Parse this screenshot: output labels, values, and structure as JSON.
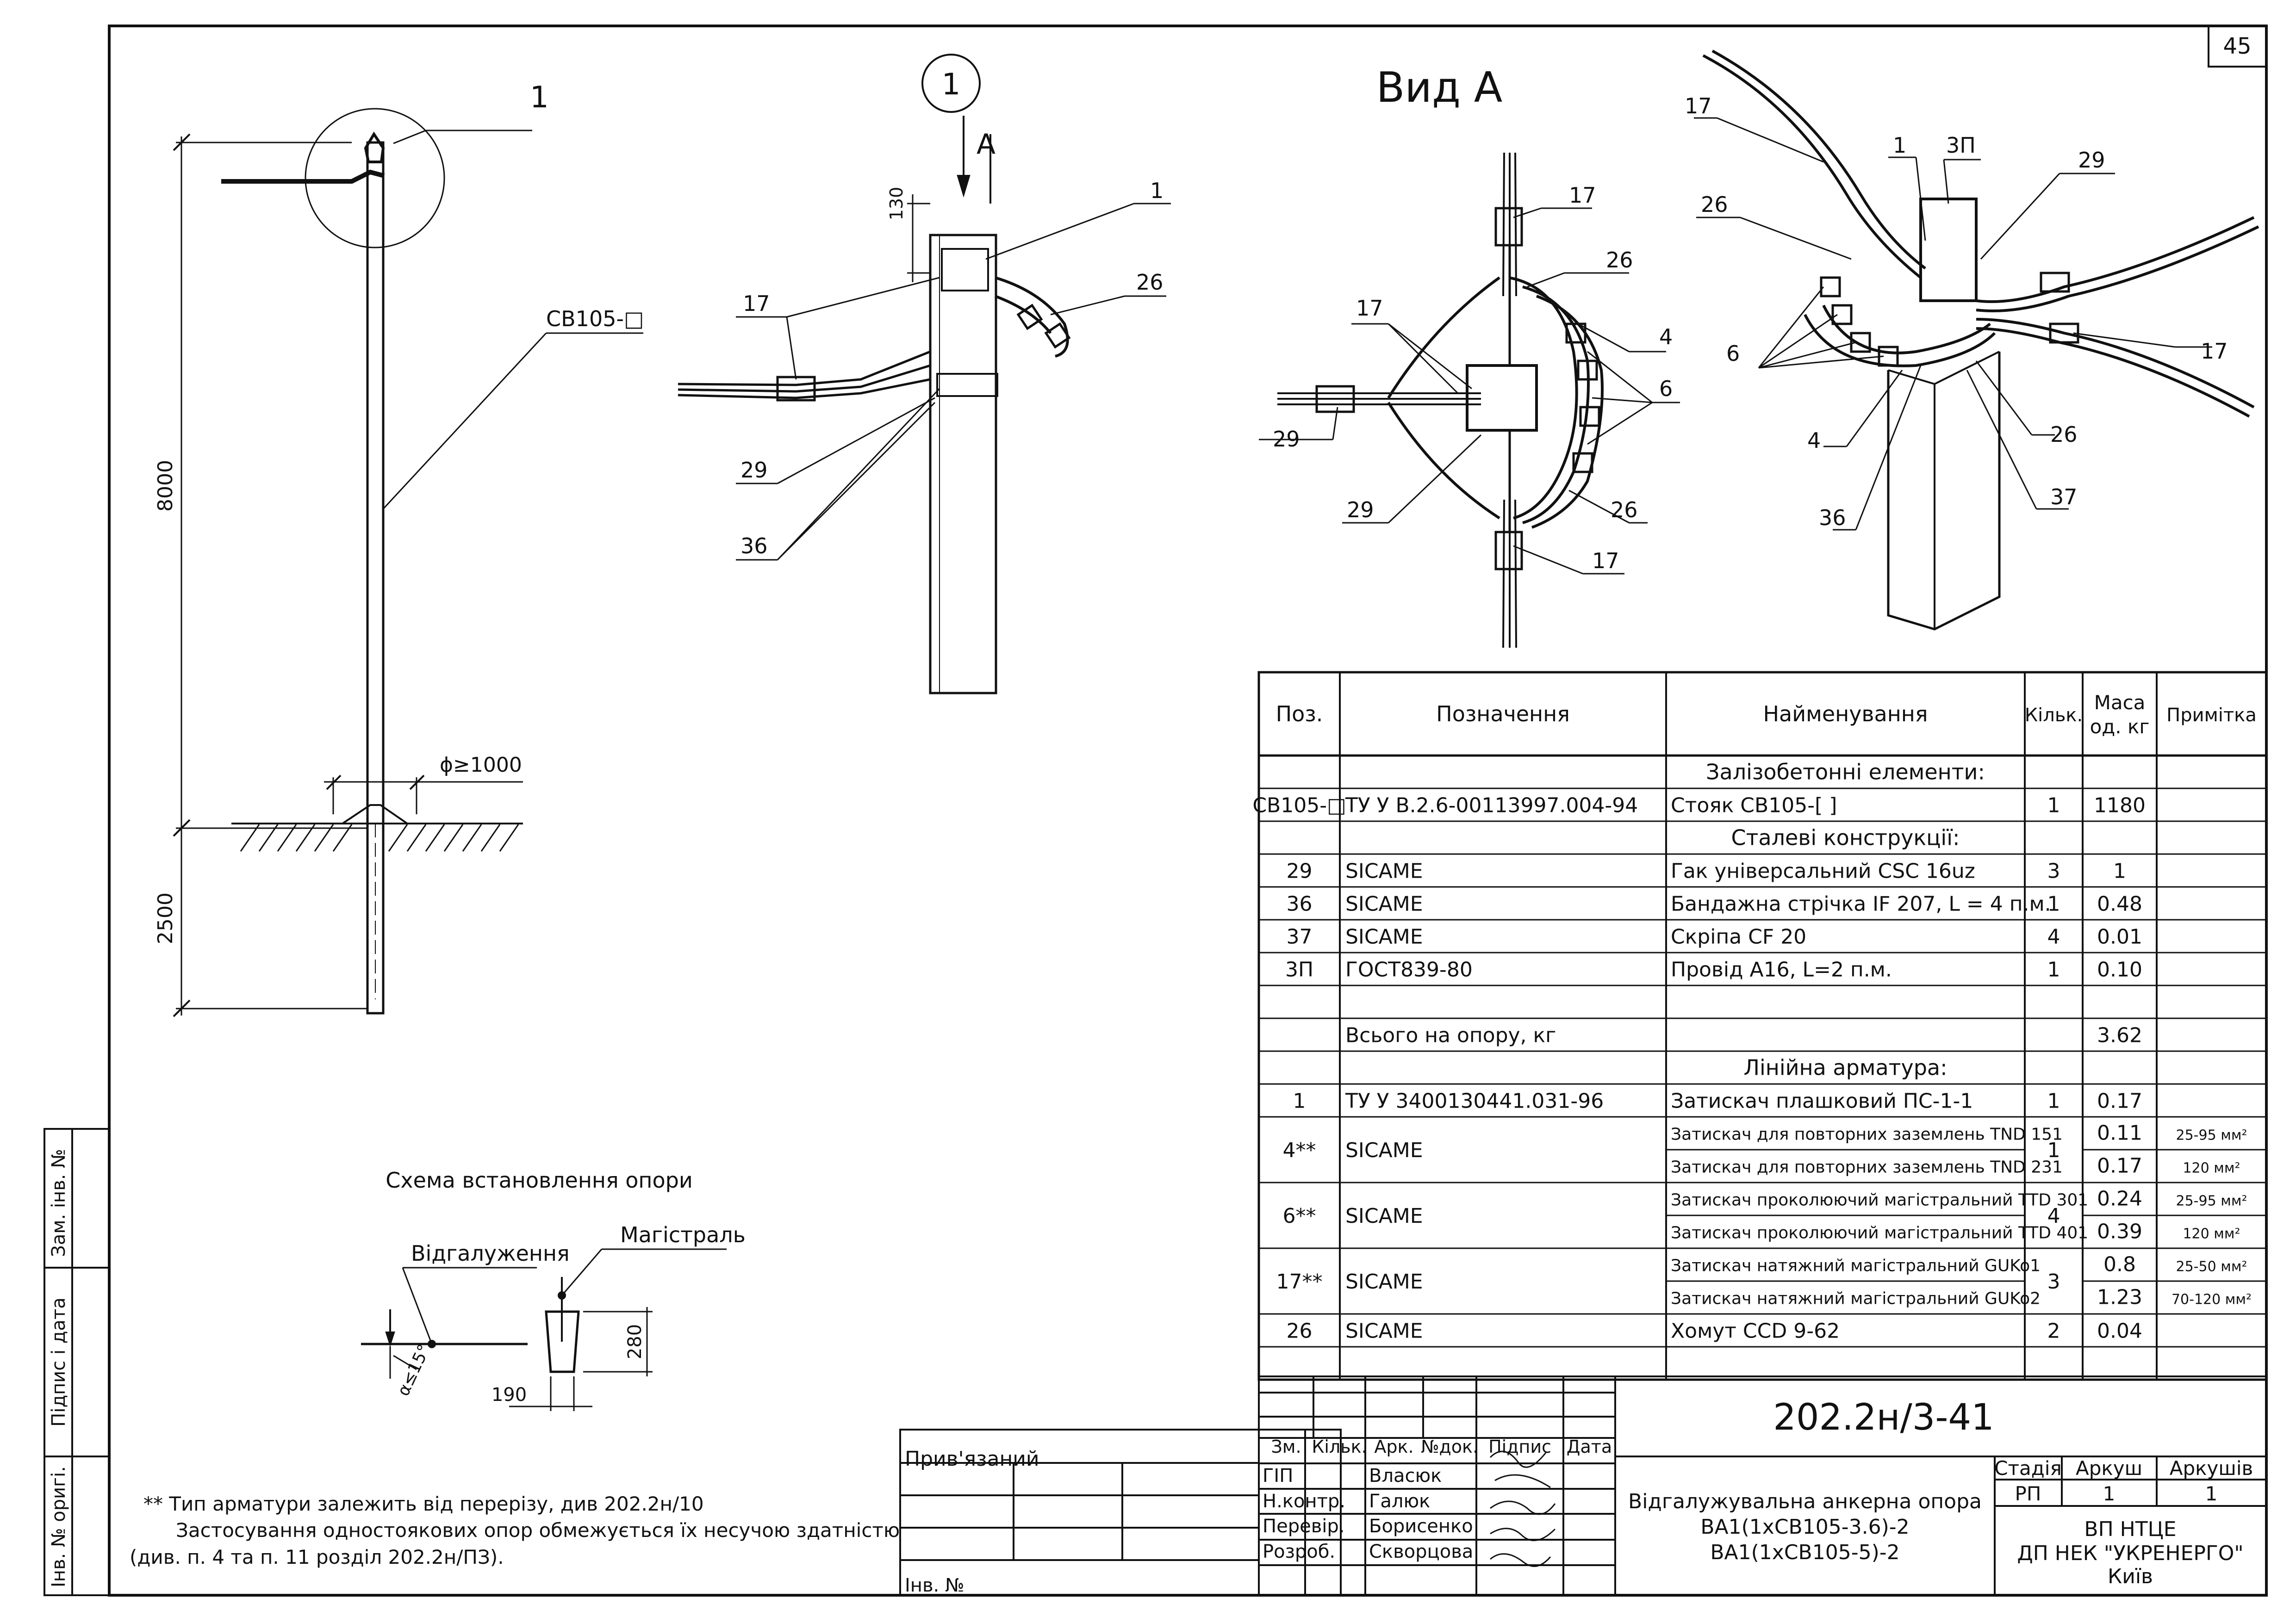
{
  "sheet_number": "45",
  "view_a_title": "Вид А",
  "callout_main": "1",
  "view_arrow_label": "А",
  "pole_label": "СВ105-□",
  "dims": {
    "height_above": "8000",
    "height_below": "2500",
    "foundation_diameter": "ϕ≥1000",
    "head_offset": "130",
    "install_280": "280",
    "install_190": "190",
    "install_angle": "α≤15°"
  },
  "detail_callouts": {
    "side": [
      "1",
      "17",
      "26",
      "29",
      "36"
    ],
    "view_a": [
      "17",
      "26",
      "4",
      "6",
      "29",
      "17",
      "29",
      "26",
      "17"
    ],
    "iso": [
      "17",
      "1",
      "3П",
      "29",
      "26",
      "6",
      "17",
      "4",
      "26",
      "36",
      "37"
    ]
  },
  "scheme": {
    "title": "Схема встановлення опори",
    "branch": "Відгалуження",
    "main": "Магістраль"
  },
  "footnote": {
    "line1": "** Тип арматури залежить від перерізу, див 202.2н/10",
    "line2": "Застосування одностоякових опор обмежується їх несучою здатністю",
    "line3": "(див. п. 4 та п. 11 розділ 202.2н/ПЗ)."
  },
  "side_stamp": {
    "inv_orig": "Інв. № оригі.",
    "sign_date": "Підпис і дата",
    "replace_inv": "Зам. інв. №"
  },
  "table": {
    "headers": {
      "pos": "Поз.",
      "designation": "Позначення",
      "name": "Найменування",
      "qty": "Кільк.",
      "mass_line1": "Маса",
      "mass_line2": "од. кг",
      "note": "Примітка"
    },
    "rows": [
      {
        "section": "Залізобетонні елементи:"
      },
      {
        "pos": "СВ105-□",
        "des": "ТУ У В.2.6-00113997.004-94",
        "name": "Стояк СВ105-[    ]",
        "qty": "1",
        "mass": "1180",
        "note": ""
      },
      {
        "section": "Сталеві конструкції:"
      },
      {
        "pos": "29",
        "des": "SICAME",
        "name": "Гак універсальний CSC 16uz",
        "qty": "3",
        "mass": "1",
        "note": ""
      },
      {
        "pos": "36",
        "des": "SICAME",
        "name": "Бандажна стрічка IF 207, L = 4 п.м.",
        "qty": "1",
        "mass": "0.48",
        "note": ""
      },
      {
        "pos": "37",
        "des": "SICAME",
        "name": "Скріпа CF 20",
        "qty": "4",
        "mass": "0.01",
        "note": ""
      },
      {
        "pos": "3П",
        "des": "ГОСТ839-80",
        "name": "Провід А16, L=2 п.м.",
        "qty": "1",
        "mass": "0.10",
        "note": ""
      },
      {
        "empty": true
      },
      {
        "pos": "",
        "des": "Всього на опору, кг",
        "name": "",
        "qty": "",
        "mass": "3.62",
        "note": ""
      },
      {
        "section": "Лінійна арматура:"
      },
      {
        "pos": "1",
        "des": "ТУ У 3400130441.031-96",
        "name": "Затискач плашковий ПС-1-1",
        "qty": "1",
        "mass": "0.17",
        "note": ""
      },
      {
        "group": true,
        "pos": "4**",
        "des": "SICAME",
        "qty": "1",
        "items": [
          {
            "name": "Затискач для повторних заземлень TND 151",
            "mass": "0.11",
            "note": "25-95 мм²"
          },
          {
            "name": "Затискач для повторних заземлень TND 231",
            "mass": "0.17",
            "note": "120 мм²"
          }
        ]
      },
      {
        "group": true,
        "pos": "6**",
        "des": "SICAME",
        "qty": "4",
        "items": [
          {
            "name": "Затискач проколюючий магістральний TTD 301",
            "mass": "0.24",
            "note": "25-95 мм²"
          },
          {
            "name": "Затискач проколюючий магістральний TTD 401",
            "mass": "0.39",
            "note": "120 мм²"
          }
        ]
      },
      {
        "group": true,
        "pos": "17**",
        "des": "SICAME",
        "qty": "3",
        "items": [
          {
            "name": "Затискач натяжний магістральний GUKo1",
            "mass": "0.8",
            "note": "25-50 мм²"
          },
          {
            "name": "Затискач натяжний магістральний GUKo2",
            "mass": "1.23",
            "note": "70-120 мм²"
          }
        ]
      },
      {
        "pos": "26",
        "des": "SICAME",
        "name": "Хомут CCD 9-62",
        "qty": "2",
        "mass": "0.04",
        "note": ""
      },
      {
        "empty": true
      }
    ]
  },
  "title_block": {
    "doc_code": "202.2н/3-41",
    "header_cols": [
      "Зм.",
      "Кільк.",
      "Арк.",
      "№док.",
      "Підпис",
      "Дата"
    ],
    "roles": [
      {
        "role": "ГІП",
        "name": "Власюк"
      },
      {
        "role": "Н.контр.",
        "name": "Галюк"
      },
      {
        "role": "Перевір.",
        "name": "Борисенко"
      },
      {
        "role": "Розроб.",
        "name": "Скворцова"
      }
    ],
    "object_name": [
      "Відгалужувальна анкерна опора",
      "ВА1(1хСВ105-3.6)-2",
      "ВА1(1хСВ105-5)-2"
    ],
    "stage_header": [
      "Стадія",
      "Аркуш",
      "Аркушів"
    ],
    "stage_values": [
      "РП",
      "1",
      "1"
    ],
    "org": [
      "ВП НТЦЕ",
      "ДП НЕК \"УКРЕНЕРГО\"",
      "Київ"
    ],
    "attached": "Прив'язаний",
    "inv_no": "Інв. №"
  }
}
